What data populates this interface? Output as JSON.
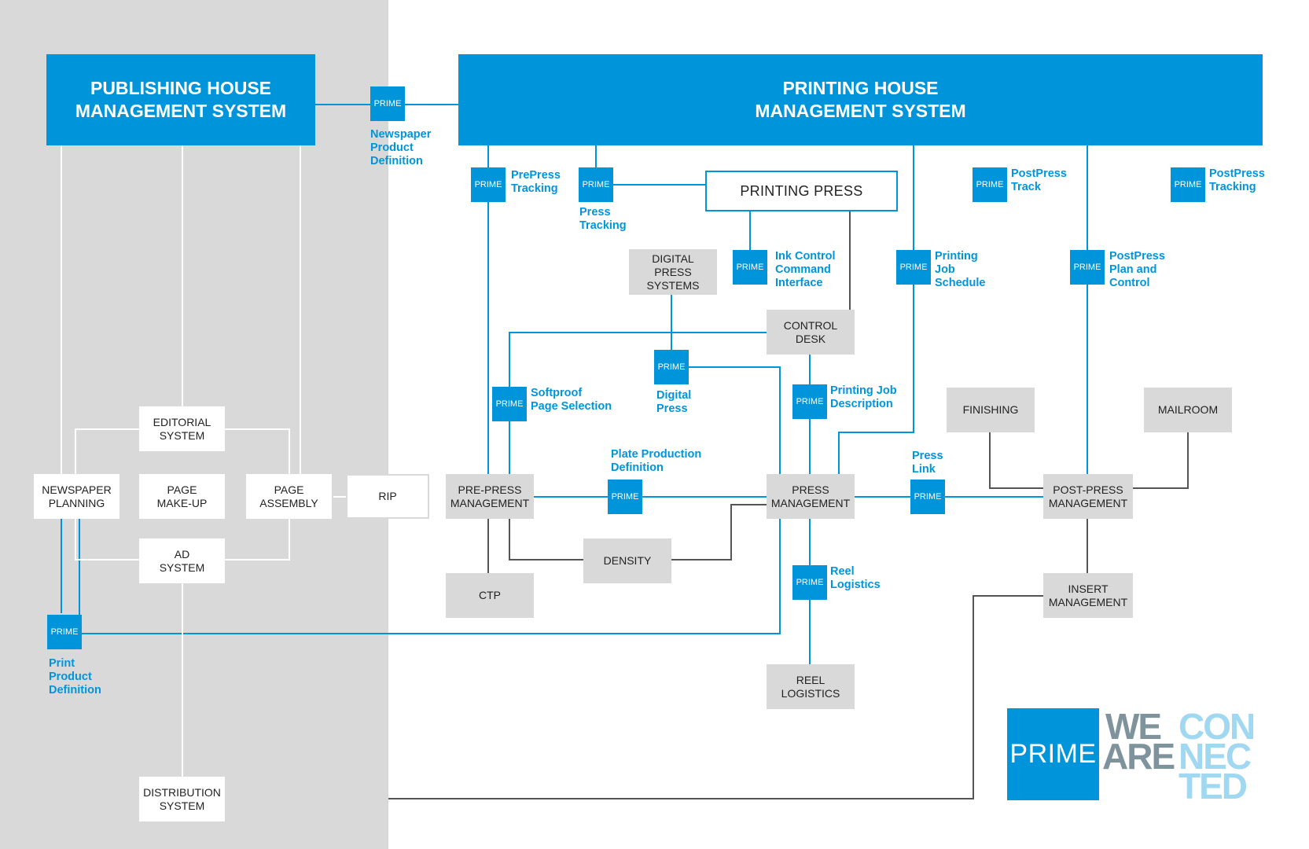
{
  "prime_label": "PRIME",
  "systems": {
    "publishing": "PUBLISHING HOUSE\nMANAGEMENT SYSTEM",
    "printing": "PRINTING HOUSE\nMANAGEMENT SYSTEM",
    "printing_press": "PRINTING PRESS",
    "digital_press_systems": "DIGITAL\nPRESS\nSYSTEMS",
    "control_desk": "CONTROL\nDESK",
    "finishing": "FINISHING",
    "mailroom": "MAILROOM",
    "editorial": "EDITORIAL\nSYSTEM",
    "newspaper_planning": "NEWSPAPER\nPLANNING",
    "page_makeup": "PAGE\nMAKE-UP",
    "page_assembly": "PAGE\nASSEMBLY",
    "rip": "RIP",
    "ad": "AD\nSYSTEM",
    "prepress": "PRE-PRESS\nMANAGEMENT",
    "press_mgmt": "PRESS\nMANAGEMENT",
    "postpress": "POST-PRESS\nMANAGEMENT",
    "ctp": "CTP",
    "density": "DENSITY",
    "insert": "INSERT\nMANAGEMENT",
    "reel_logistics": "REEL\nLOGISTICS",
    "distribution": "DISTRIBUTION\nSYSTEM"
  },
  "interfaces": {
    "newspaper_product_definition": "Newspaper\nProduct\nDefinition",
    "prepress_tracking": "PrePress\nTracking",
    "press_tracking": "Press\nTracking",
    "ink_control": "Ink Control\nCommand\nInterface",
    "printing_job_schedule": "Printing\nJob\nSchedule",
    "postpress_track": "PostPress\nTrack",
    "postpress_plan": "PostPress\nPlan and\nControl",
    "postpress_tracking": "PostPress\nTracking",
    "softproof": "Softproof\nPage Selection",
    "digital_press": "Digital\nPress",
    "printing_job_description": "Printing Job\nDescription",
    "plate_production": "Plate Production\nDefinition",
    "press_link": "Press\nLink",
    "reel_logistics": "Reel\nLogistics",
    "print_product_definition": "Print\nProduct\nDefinition"
  },
  "logo": {
    "prime": "PRIME",
    "we": "WE",
    "are": "ARE",
    "con": "CON",
    "nec": "NEC",
    "ted": "TED"
  },
  "colors": {
    "brand_blue": "#0095da",
    "line_grey": "#555555",
    "box_grey": "#d9d9d9",
    "logo_grey": "#7f939c",
    "logo_light": "#9fd8f0"
  }
}
